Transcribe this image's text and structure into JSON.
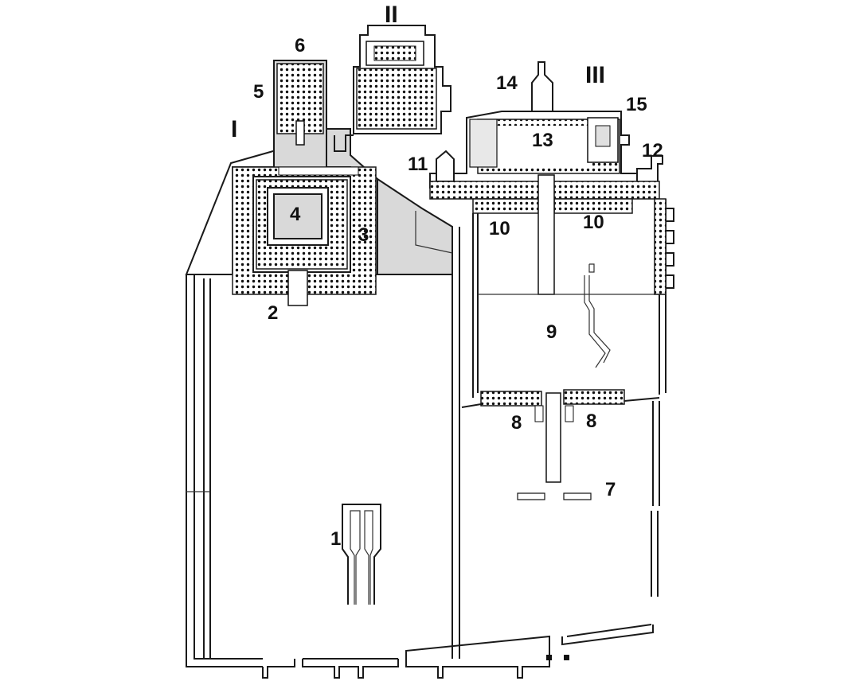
{
  "labels": {
    "roman_I": "I",
    "roman_II": "II",
    "roman_III": "III",
    "n1": "1",
    "n2": "2",
    "n3": "3",
    "n4": "4",
    "n5": "5",
    "n6": "6",
    "n7": "7",
    "n8a": "8",
    "n8b": "8",
    "n9": "9",
    "n10a": "10",
    "n10b": "10",
    "n11": "11",
    "n12": "12",
    "n13": "13",
    "n14": "14",
    "n15": "15"
  },
  "colors": {
    "wall": "#1a1a1a",
    "shade": "#d9d9d9",
    "background": "#ffffff"
  }
}
